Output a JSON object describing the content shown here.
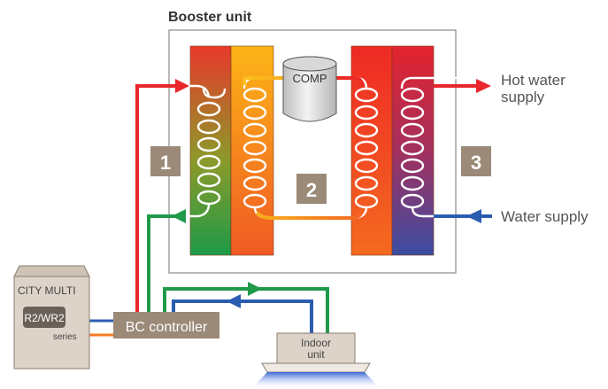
{
  "title": "Booster unit",
  "compressor_label": "COMP",
  "steps": [
    "1",
    "2",
    "3"
  ],
  "hot_water_label": [
    "Hot water",
    "supply"
  ],
  "water_supply_label": "Water supply",
  "outdoor_unit": {
    "brand_label": "CITY MULTI",
    "model_label": "R2/WR2",
    "series_label": "series"
  },
  "bc_controller_label": "BC controller",
  "indoor_unit_label": [
    "Indoor",
    "unit"
  ],
  "colors": {
    "refrigerant_hot": "#e8262b",
    "refrigerant_return": "#1f9a4a",
    "refrigerant_mid": "#f47b20",
    "water_cold": "#2a5db0",
    "step_badge": "#9b8a78",
    "unit_body": "#ddd3c9"
  }
}
